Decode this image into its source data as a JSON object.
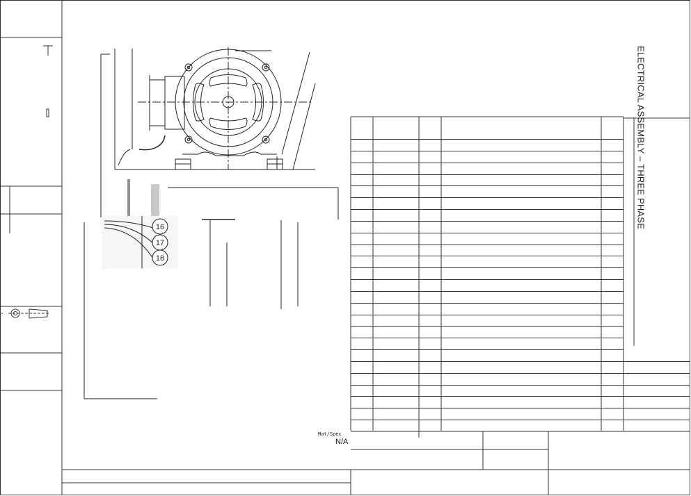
{
  "drawing_title": "ELECTRICAL ASSEMBLY – THREE PHASE",
  "callouts": [
    "16",
    "17",
    "18"
  ],
  "mat_spec_label": "Mat/Spec",
  "mat_spec_value": "N/A",
  "parts_table": {
    "rows": 25
  },
  "colors": {
    "line": "#222222",
    "shade": "#c8c8c8",
    "paper": "#ffffff"
  }
}
